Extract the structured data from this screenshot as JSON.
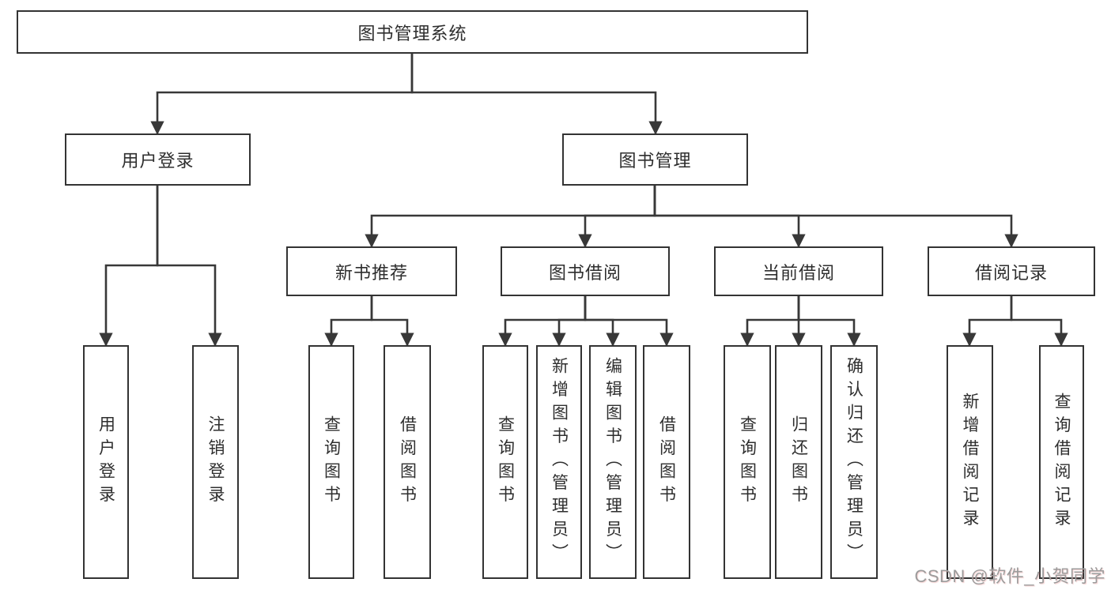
{
  "colors": {
    "line": "#383838",
    "border": "#333333",
    "text": "#2e2e2e",
    "background": "#ffffff",
    "watermark": "#9c9c9c"
  },
  "nodes": {
    "root": {
      "label": "图书管理系统"
    },
    "user_login": {
      "label": "用户登录"
    },
    "book_mgmt": {
      "label": "图书管理"
    },
    "new_rec": {
      "label": "新书推荐"
    },
    "book_borrow": {
      "label": "图书借阅"
    },
    "current_borrow": {
      "label": "当前借阅"
    },
    "borrow_records": {
      "label": "借阅记录"
    },
    "leaf_user_login": {
      "label": "用户登录"
    },
    "leaf_logout": {
      "label": "注销登录"
    },
    "leaf_rec_query": {
      "label": "查询图书"
    },
    "leaf_rec_borrow": {
      "label": "借阅图书"
    },
    "leaf_bb_query": {
      "label": "查询图书"
    },
    "leaf_bb_add": {
      "label": "新增图书（管理员）"
    },
    "leaf_bb_edit": {
      "label": "编辑图书（管理员）"
    },
    "leaf_bb_borrow": {
      "label": "借阅图书"
    },
    "leaf_cb_query": {
      "label": "查询图书"
    },
    "leaf_cb_return": {
      "label": "归还图书"
    },
    "leaf_cb_confirm": {
      "label": "确认归还（管理员）"
    },
    "leaf_br_add": {
      "label": "新增借阅记录"
    },
    "leaf_br_query": {
      "label": "查询借阅记录"
    }
  },
  "structure": {
    "图书管理系统": {
      "用户登录": [
        "用户登录",
        "注销登录"
      ],
      "图书管理": {
        "新书推荐": [
          "查询图书",
          "借阅图书"
        ],
        "图书借阅": [
          "查询图书",
          "新增图书（管理员）",
          "编辑图书（管理员）",
          "借阅图书"
        ],
        "当前借阅": [
          "查询图书",
          "归还图书",
          "确认归还（管理员）"
        ],
        "借阅记录": [
          "新增借阅记录",
          "查询借阅记录"
        ]
      }
    }
  },
  "watermark": {
    "text": "CSDN @软件_小贺同学"
  }
}
